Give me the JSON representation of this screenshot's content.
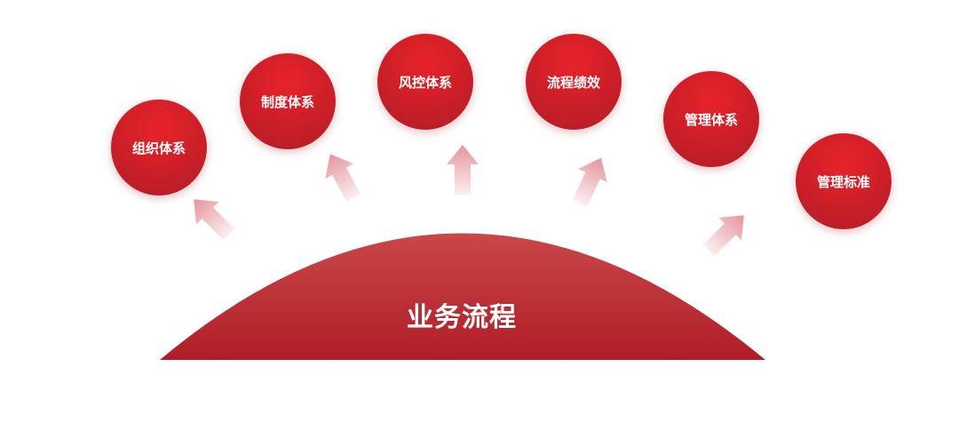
{
  "diagram": {
    "center_label": "业务流程",
    "colors": {
      "node_red": "#d01f28",
      "dome_top": "#c9474a",
      "dome_bottom": "#b01d27",
      "arrow_tint": "#e38f96"
    },
    "nodes": [
      {
        "id": "org",
        "label": "组织体系"
      },
      {
        "id": "policy",
        "label": "制度体系"
      },
      {
        "id": "risk",
        "label": "风控体系"
      },
      {
        "id": "perf",
        "label": "流程绩效"
      },
      {
        "id": "mgmt",
        "label": "管理体系"
      },
      {
        "id": "std",
        "label": "管理标准"
      }
    ]
  }
}
